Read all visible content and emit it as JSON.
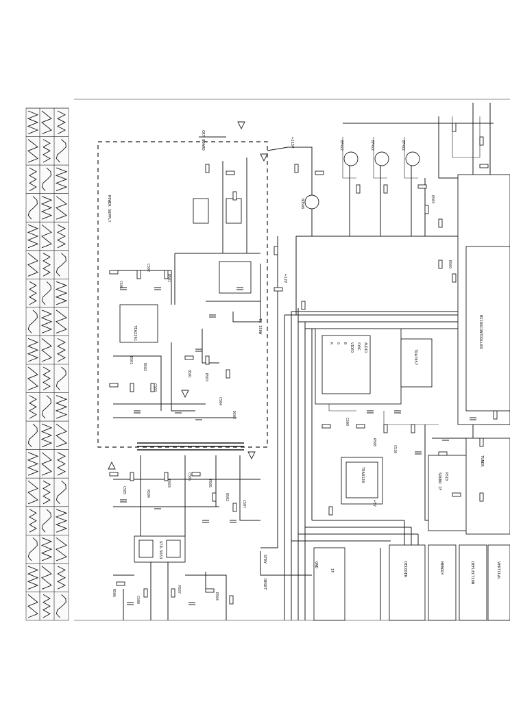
{
  "sheet": {
    "labels": {
      "ic_main": "TDA8138",
      "ic_audio": "TDA7057",
      "ic_psu": "TEA2261",
      "ic_stby": "STR-5653",
      "tr_video1": "BF422",
      "tr_video2": "BF422",
      "tr_video3": "BF422",
      "tr_line": "BU508",
      "sw_supply": "POWER SUPPLY",
      "tr_supply": "TR 150W",
      "crt_drive": "CRT BOARD",
      "ic_micro": "MICROCONTROLLER",
      "ic_decoder": "DECODER",
      "ic_memory": "MEMORY",
      "ic_tuner": "TUNER",
      "ic_if": "IF",
      "ic_sound": "SOUND IF",
      "ic_deflection": "DEFLECTION",
      "ic_vert": "VERTICAL",
      "stby": "STBY",
      "reset": "RESET",
      "gnd": "GND",
      "vcc": "+12V",
      "vb": "+115V",
      "v5": "+5V"
    },
    "components": {
      "c1": "C501",
      "c2": "C502",
      "c3": "C503",
      "c4": "C504",
      "c5": "C505",
      "c6": "C506",
      "c7": "C507",
      "c8": "C508",
      "c9": "C509",
      "c10": "C510",
      "r1": "R501",
      "r2": "R502",
      "r3": "R503",
      "r4": "R504",
      "r5": "R505",
      "r6": "R506",
      "r7": "R507",
      "r8": "R508",
      "r9": "R509",
      "r10": "R510",
      "d1": "D501",
      "d2": "D502",
      "d3": "D503",
      "d4": "D504",
      "q1": "Q501",
      "q2": "Q502",
      "q3": "Q503"
    },
    "legend": {
      "r_label": "R",
      "g_label": "G",
      "b_label": "B",
      "video_label": "VIDEO",
      "sync_label": "SYNC",
      "audio_label": "AUDIO"
    }
  }
}
